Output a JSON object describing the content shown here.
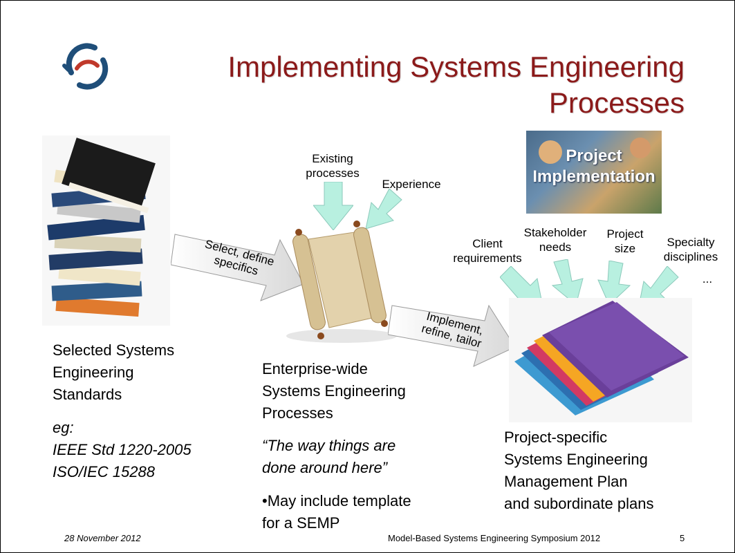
{
  "title": {
    "line1": "Implementing Systems Engineering",
    "line2": "Processes"
  },
  "left": {
    "heading": [
      "Selected Systems",
      "Engineering",
      "Standards"
    ],
    "eg_label": "eg:",
    "examples": [
      "IEEE Std 1220-2005",
      "ISO/IEC 15288"
    ]
  },
  "arrow1_label": [
    "Select, define",
    "specifics"
  ],
  "arrow2_label": [
    "Implement,",
    "refine, tailor"
  ],
  "inputs_top": {
    "existing": [
      "Existing",
      "processes"
    ],
    "experience": "Experience"
  },
  "middle": {
    "heading": [
      "Enterprise-wide",
      "Systems Engineering",
      "Processes"
    ],
    "quote": [
      "“The way things are",
      "done around here”"
    ],
    "bullet": [
      "•May include template",
      "for a SEMP"
    ]
  },
  "project_image_text": [
    "Project",
    "Implementation"
  ],
  "inputs_right": {
    "client": [
      "Client",
      "requirements"
    ],
    "stakeholder": [
      "Stakeholder",
      "needs"
    ],
    "project_size": [
      "Project",
      "size"
    ],
    "specialty": [
      "Specialty",
      "disciplines"
    ],
    "ellipsis": "..."
  },
  "right": {
    "heading": [
      "Project-specific",
      "Systems Engineering",
      "Management Plan",
      "and subordinate plans"
    ]
  },
  "footer": {
    "date": "28 November 2012",
    "event": "Model-Based Systems Engineering Symposium 2012",
    "page": "5"
  },
  "colors": {
    "title": "#8b1a1a",
    "logo_blue": "#1f4e79",
    "logo_red": "#c0392b",
    "input_arrow": "#b8f0e0"
  }
}
